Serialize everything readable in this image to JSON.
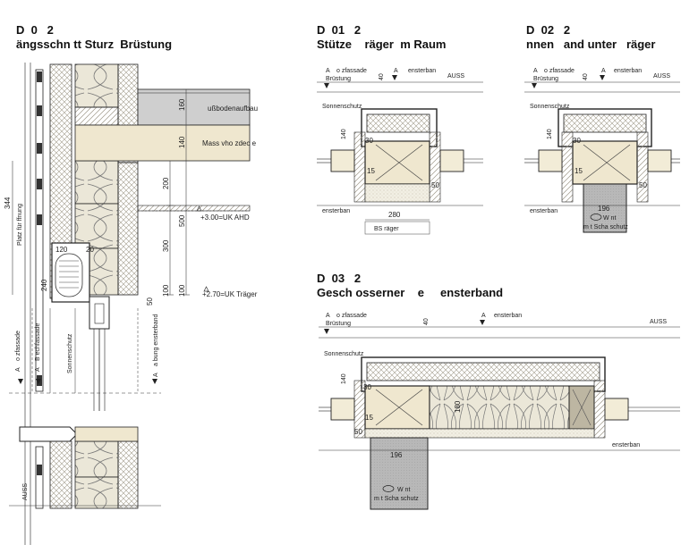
{
  "colors": {
    "wood": "#ede6cf",
    "insulation": "#e8e4d5",
    "masonry_hatch": "#bdb6a2",
    "floor_grey": "#cfcfcf",
    "mass_beige": "#efe7cf",
    "line": "#222222",
    "column_grey": "#b5b5b5"
  },
  "icons": [
    "wood-cross-icon",
    "insulation-wave-icon",
    "level-marker-triangle-icon",
    "window-frame-icon",
    "sunshade-box-icon"
  ],
  "details": {
    "d00": {
      "code": "D  0   2",
      "title": "ängsschn tt Sturz  Brüstung",
      "labels": {
        "floor_build": "ußbodenaufbau",
        "mass_deck": "Mass vho zdec e",
        "level_upper": "+3.00=UK  AHD",
        "level_lower": "+2.70=UK  Träger",
        "opening_space": "Platz für  ffnung",
        "sunshade": "Sonnenschutz",
        "aband": "a bung  ensterband",
        "holz_fassade": "o zfassade",
        "blech_fassade": "B echfassade",
        "mark_a1": "A",
        "mark_a2": "A",
        "mark_a3": "A",
        "auss": "AUSS"
      },
      "dims": [
        "160",
        "140",
        "200",
        "500",
        "300",
        "100",
        "100",
        "50",
        "344",
        "240",
        "120",
        "20"
      ]
    },
    "d01": {
      "code": "D  01   2",
      "title": "Stütze    räger  m Raum",
      "labels": {
        "mark_a1": "A",
        "holz_fassade": "o zfassade",
        "bruestung": "Brüstung",
        "mark_a2": "A",
        "fensterband_top": "ensterban",
        "auss": "AUSS",
        "sunshade": "Sonnenschutz",
        "fensterband_low": "ensterban",
        "bs_traeger": "BS    räger"
      },
      "dims": [
        "40",
        "140",
        "30",
        "15",
        "50",
        "280"
      ]
    },
    "d02": {
      "code": "D  02   2",
      "title": "nnen   and unter   räger",
      "labels": {
        "mark_a1": "A",
        "holz_fassade": "o zfassade",
        "bruestung": "Brüstung",
        "mark_a2": "A",
        "fensterband_top": "ensterban",
        "auss": "AUSS",
        "sunshade": "Sonnenschutz",
        "fensterband_low": "ensterban",
        "wall": "W nt",
        "wall_sub": "m t Scha  schutz"
      },
      "dims": [
        "40",
        "140",
        "30",
        "15",
        "50",
        "196"
      ]
    },
    "d03": {
      "code": "D  03   2",
      "title": "Gesch osserner    e     ensterband",
      "labels": {
        "mark_a1": "A",
        "holz_fassade": "o zfassade",
        "bruestung": "Brüstung",
        "mark_a2": "A",
        "fensterband_top": "ensterban",
        "auss": "AUSS",
        "sunshade": "Sonnenschutz",
        "fensterband_low": "ensterban",
        "wall": "W nt",
        "wall_sub": "m t Scha  schutz"
      },
      "dims": [
        "40",
        "140",
        "30",
        "15",
        "50",
        "180",
        "196"
      ]
    }
  }
}
